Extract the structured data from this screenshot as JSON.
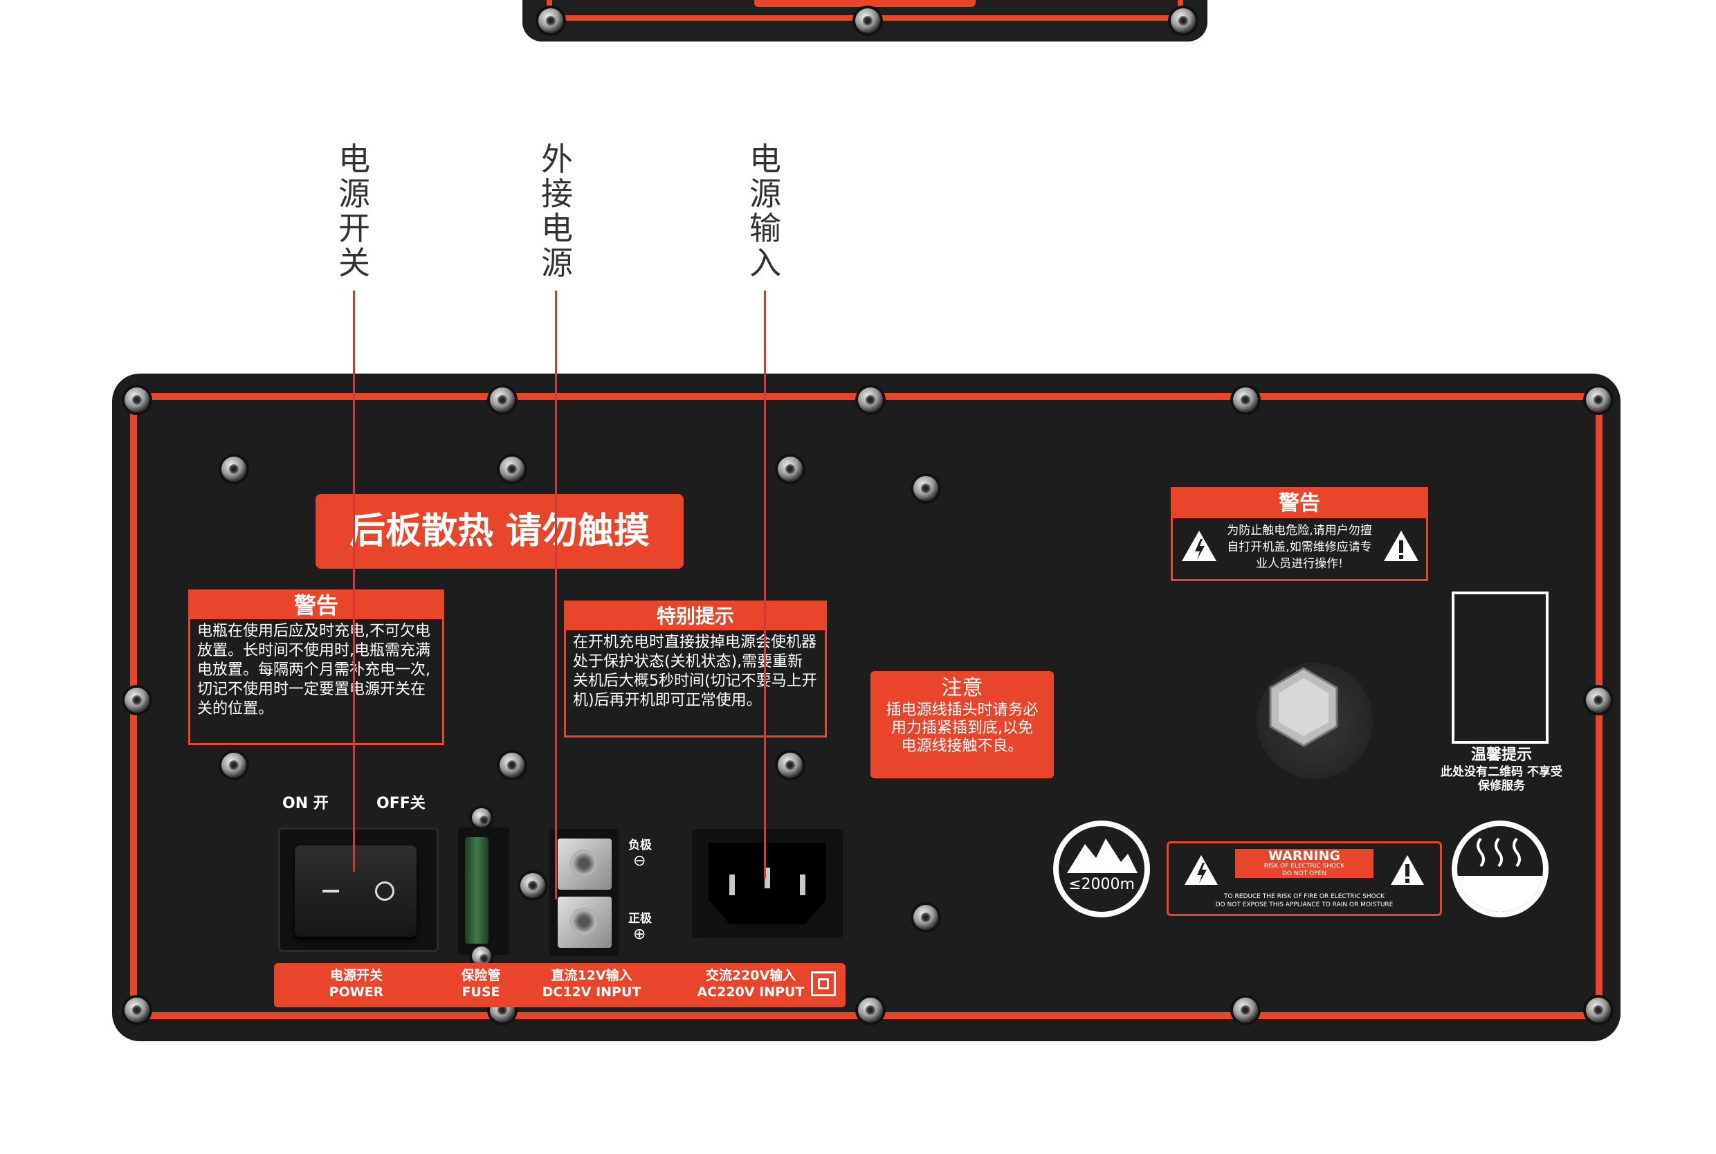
{
  "callouts": {
    "power_switch": "电源开关",
    "external_power": "外接电源",
    "power_input": "电源输入"
  },
  "panel": {
    "heat_warning": "后板散热 请勿触摸",
    "warning_left": {
      "title": "警告",
      "text": "电瓶在使用后应及时充电,不可欠电放置。长时间不使用时,电瓶需充满电放置。每隔两个月需补充电一次,切记不使用时一定要置电源开关在关的位置。"
    },
    "special_notice": {
      "title": "特别提示",
      "text": "在开机充电时直接拔掉电源会使机器处于保护状态(关机状态),需要重新关机后大概5秒时间(切记不要马上开机)后再开机即可正常使用。"
    },
    "caution": {
      "title": "注意",
      "text": "插电源线插头时请务必用力插紧插到底,以免电源线接触不良。"
    },
    "warning_right": {
      "title": "警告",
      "text": "为防止触电危险,请用户勿擅自打开机盖,如需维修应请专业人员进行操作!"
    },
    "switch_on": "ON 开",
    "switch_off": "OFF关",
    "terminal_neg": "负极",
    "terminal_pos": "正极",
    "sticker_title": "温馨提示",
    "sticker_text": "此处没有二维码 不享受保修服务",
    "altitude": "≤2000m",
    "warning_en": {
      "title": "WARNING",
      "line1": "RISK OF ELECTRIC SHOCK",
      "line2": "DO NOT OPEN",
      "line3": "TO REDUCE THE RISK OF FIRE OR ELECTRIC SHOCK",
      "line4": "DO NOT EXPOSE THIS APPLIANCE TO RAIN OR MOISTURE"
    },
    "bottom_labels": {
      "power_cn": "电源开关",
      "power_en": "POWER",
      "fuse_cn": "保险管",
      "fuse_en": "FUSE",
      "dc_cn": "直流12V输入",
      "dc_en": "DC12V INPUT",
      "ac_cn": "交流220V输入",
      "ac_en": "AC220V INPUT"
    }
  },
  "colors": {
    "accent": "#e8452a",
    "panel": "#1d1d1d",
    "leader": "#d23a3a"
  }
}
